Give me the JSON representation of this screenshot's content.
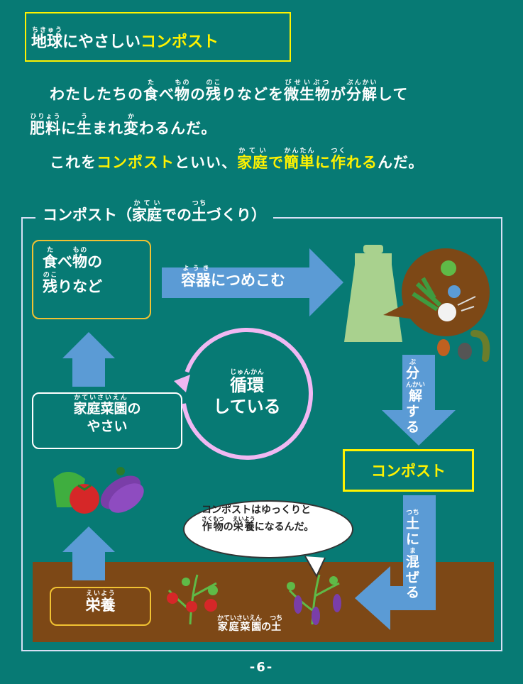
{
  "header": {
    "title_ruby_base": "地球",
    "title_ruby_text": "ちきゅう",
    "title_rest": "にやさしい",
    "title_highlight": "コンポスト"
  },
  "intro": {
    "line1": [
      "わたしたちの",
      {
        "b": "食",
        "r": "た"
      },
      "べ",
      {
        "b": "物",
        "r": "もの"
      },
      "の",
      {
        "b": "残",
        "r": "のこ"
      },
      "りなどを",
      {
        "b": "微生物",
        "r": "びせいぶつ"
      },
      "が",
      {
        "b": "分解",
        "r": "ぶんかい"
      },
      "して"
    ],
    "line2": [
      {
        "b": "肥料",
        "r": "ひりょう"
      },
      "に",
      {
        "b": "生",
        "r": "う"
      },
      "まれ",
      {
        "b": "変",
        "r": "か"
      },
      "わるんだ。"
    ],
    "line3_a": "これを",
    "line3_hl1": "コンポスト",
    "line3_b": "といい、",
    "line3_hl2": [
      {
        "b": "家庭",
        "r": "かてい"
      },
      "で",
      {
        "b": "簡単",
        "r": "かんたん"
      },
      "に",
      {
        "b": "作",
        "r": "つく"
      },
      "れる"
    ],
    "line3_c": "んだ。"
  },
  "diagram": {
    "frame_title": [
      "コンポスト（",
      {
        "b": "家庭",
        "r": "かてい"
      },
      "での",
      {
        "b": "土",
        "r": "つち"
      },
      "づくり）"
    ],
    "food_scraps": [
      [
        {
          "b": "食",
          "r": "た"
        },
        "べ",
        {
          "b": "物",
          "r": "もの"
        },
        "の"
      ],
      [
        {
          "b": "残",
          "r": "のこ"
        },
        "りなど"
      ]
    ],
    "put_in_container": [
      {
        "b": "容器",
        "r": "ようき"
      },
      "につめこむ"
    ],
    "decompose": [
      {
        "b": "分",
        "r": "ぶ"
      },
      {
        "b": "解",
        "r": "んかい"
      },
      "す",
      "る"
    ],
    "circulating": [
      [
        {
          "b": "循環",
          "r": "じゅんかん"
        }
      ],
      [
        "している"
      ]
    ],
    "compost": "コンポスト",
    "home_veg": [
      [
        {
          "b": "家庭菜園",
          "r": "かていさいえん"
        },
        "の"
      ],
      [
        "やさい"
      ]
    ],
    "mix_soil": [
      {
        "b": "土",
        "r": "つち"
      },
      "に",
      {
        "b": "混",
        "r": "ま"
      },
      "ぜ",
      "る"
    ],
    "bubble": [
      [
        "コンポストはゆっくりと"
      ],
      [
        {
          "b": "作物",
          "r": "さくもつ"
        },
        "の",
        {
          "b": "栄養",
          "r": "えいよう"
        },
        "になるんだ。"
      ]
    ],
    "nutrition": [
      {
        "b": "栄養",
        "r": "えいよう"
      }
    ],
    "garden_soil": [
      {
        "b": "家庭菜園",
        "r": "かていさいえん"
      },
      "の",
      {
        "b": "土",
        "r": "つち"
      }
    ]
  },
  "colors": {
    "background": "#077a74",
    "highlight": "#fff200",
    "arrow": "#5b9bd5",
    "soil": "#7d4816",
    "cycle": "#f0b8f2"
  },
  "page_number": "-6-"
}
